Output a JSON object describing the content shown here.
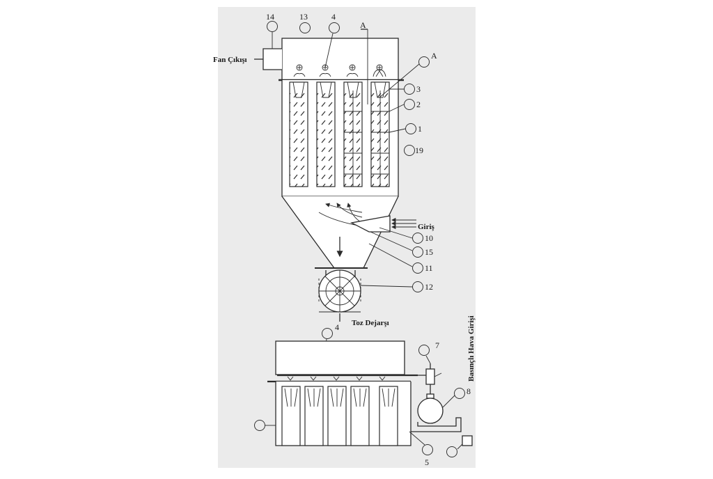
{
  "labels": {
    "fan_outlet": "Fan Çıkışı",
    "inlet": "Giriş",
    "dust_discharge": "Toz Dejarşı",
    "compressed_air_inlet": "Basınçlı Hava Girişi",
    "section_mark": "A",
    "detail_mark": "A"
  },
  "callouts": {
    "c14": "14",
    "c13": "13",
    "c4_top": "4",
    "c3": "3",
    "c2": "2",
    "c1": "1",
    "c19": "19",
    "c10": "10",
    "c15": "15",
    "c11": "11",
    "c12": "12",
    "c4_bottom": "4",
    "c7": "7",
    "c8": "8",
    "c5": "5"
  },
  "colors": {
    "page": "#ffffff",
    "panel": "#ebebeb",
    "line": "#2b2b2b"
  }
}
